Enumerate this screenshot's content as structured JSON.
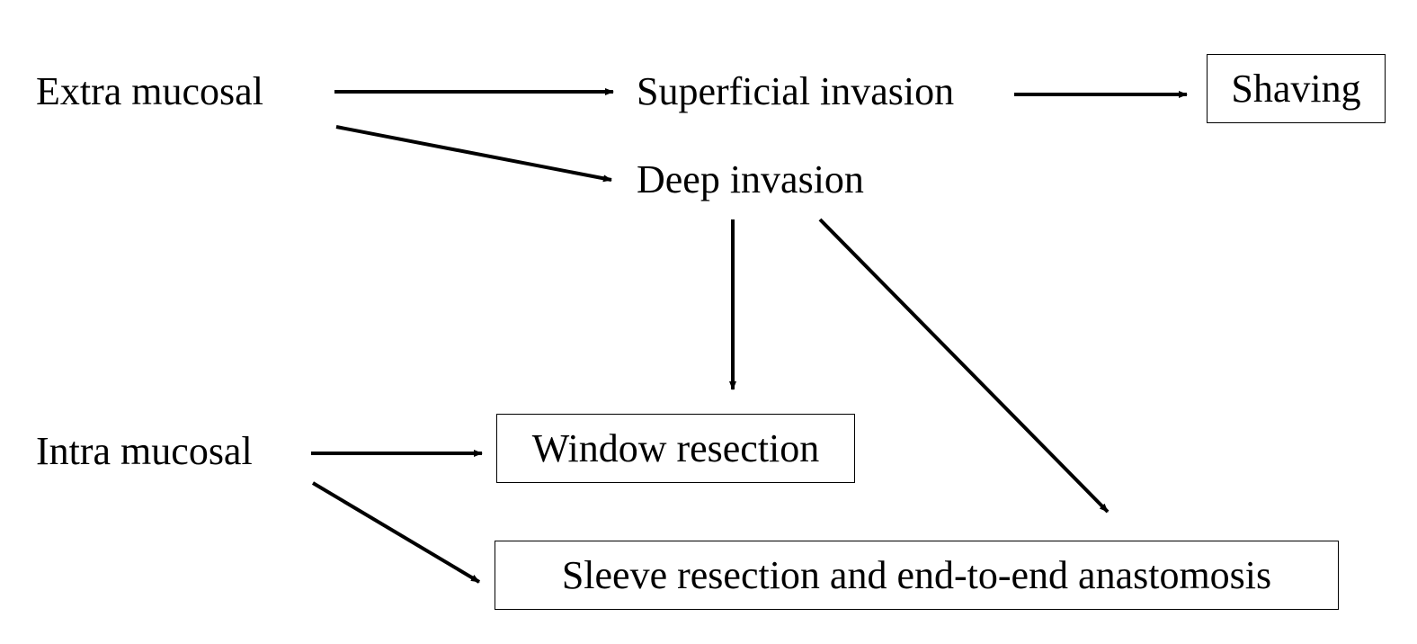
{
  "nodes": {
    "extra_mucosal": "Extra mucosal",
    "superficial_invasion": "Superficial invasion",
    "shaving": "Shaving",
    "deep_invasion": "Deep invasion",
    "intra_mucosal": "Intra mucosal",
    "window_resection": "Window resection",
    "sleeve_resection": "Sleeve resection and end-to-end anastomosis"
  },
  "edges": [
    {
      "from": "extra_mucosal",
      "to": "superficial_invasion"
    },
    {
      "from": "extra_mucosal",
      "to": "deep_invasion"
    },
    {
      "from": "superficial_invasion",
      "to": "shaving"
    },
    {
      "from": "deep_invasion",
      "to": "window_resection"
    },
    {
      "from": "deep_invasion",
      "to": "sleeve_resection"
    },
    {
      "from": "intra_mucosal",
      "to": "window_resection"
    },
    {
      "from": "intra_mucosal",
      "to": "sleeve_resection"
    }
  ],
  "colors": {
    "stroke": "#000000",
    "background": "#ffffff"
  }
}
